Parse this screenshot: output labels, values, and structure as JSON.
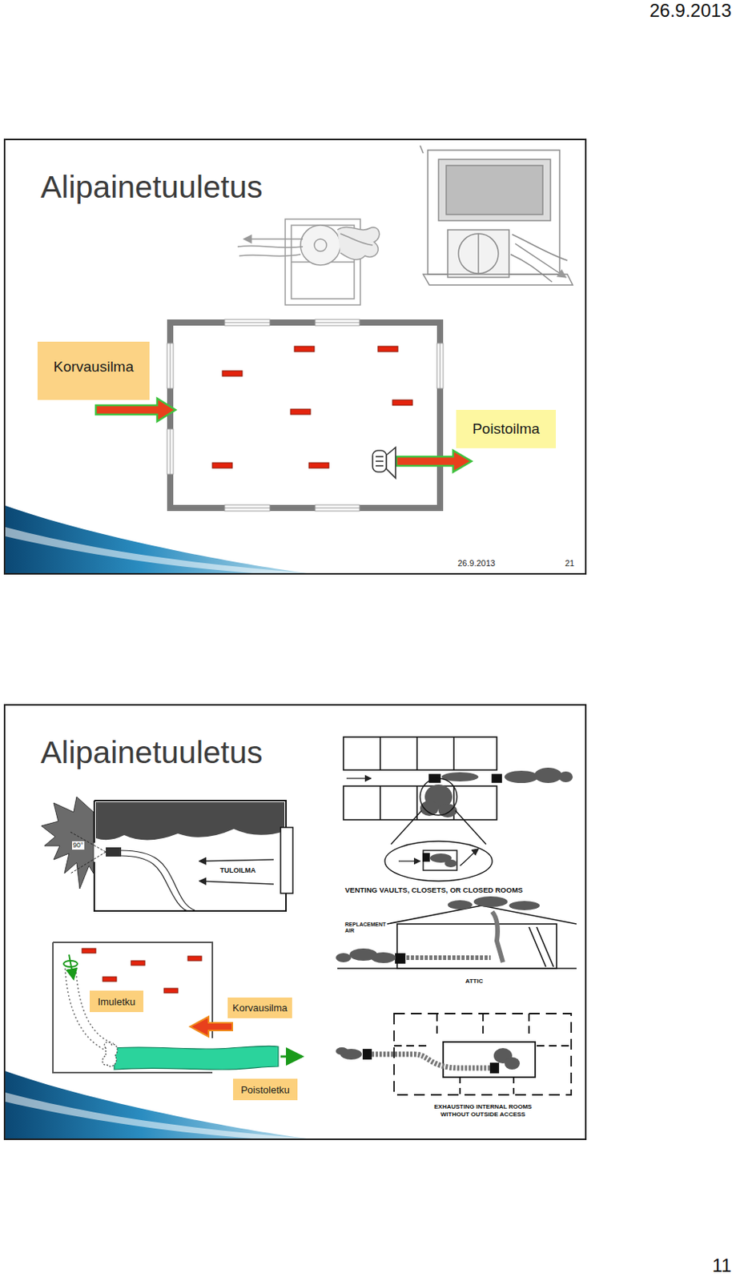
{
  "diagram": {
    "nodes": [
      {
        "text": [
          "Alipainetuuletus",
          "26.9.2013",
          "21"
        ]
      },
      {
        "text": [
          "Korvausilma"
        ],
        "in": 0
      },
      {
        "text": [
          "Poistoilma"
        ],
        "in": 0
      },
      {
        "text": [
          "Alipainetuuletus"
        ]
      },
      {
        "text": [
          "Imuletku"
        ],
        "in": 3
      },
      {
        "text": [
          "Korvausilma"
        ],
        "in": 3
      },
      {
        "text": [
          "Poistoletku"
        ],
        "in": 3
      }
    ],
    "labels": [
      "26.9.2013",
      "90°",
      "TULOILMA",
      "VENTING VAULTS, CLOSETS, OR CLOSED ROOMS",
      "REPLACEMENT AIR",
      "ATTIC",
      "EXHAUSTING INTERNAL ROOMS WITHOUT OUTSIDE ACCESS",
      "11"
    ]
  }
}
